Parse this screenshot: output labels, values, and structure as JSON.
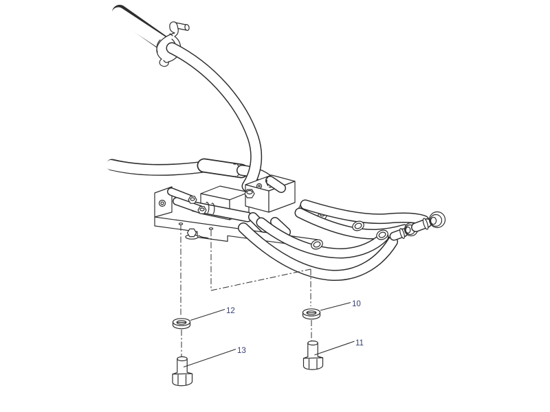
{
  "figure": {
    "kind": "exploded-parts-diagram"
  },
  "colors": {
    "background": "#ffffff",
    "line_art": "#2d2d2d",
    "callout_text": "#333b6e"
  },
  "callouts": [
    {
      "label": "10"
    },
    {
      "label": "11"
    },
    {
      "label": "12"
    },
    {
      "label": "13"
    }
  ]
}
